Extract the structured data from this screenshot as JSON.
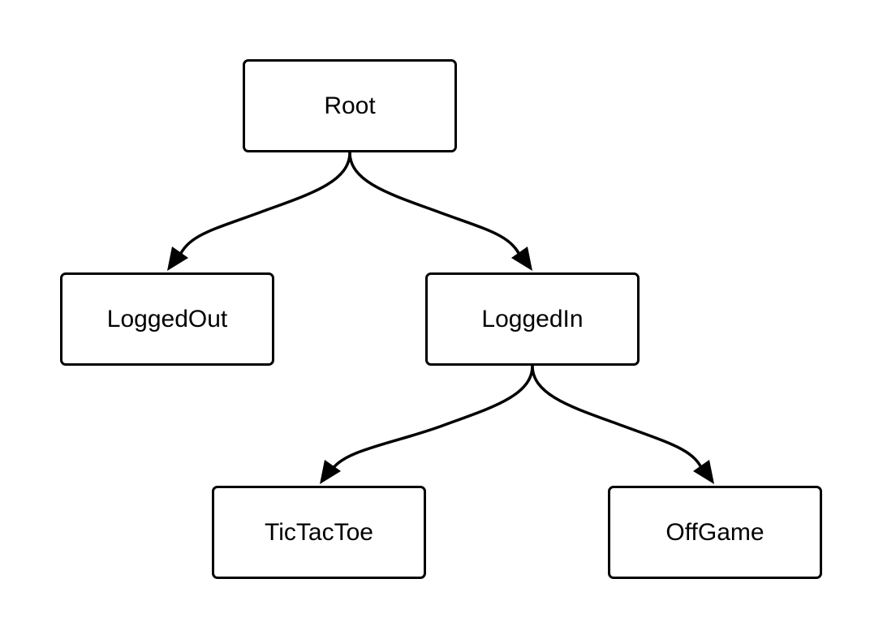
{
  "diagram": {
    "nodes": {
      "root": "Root",
      "logged_out": "LoggedOut",
      "logged_in": "LoggedIn",
      "tic_tac_toe": "TicTacToe",
      "off_game": "OffGame"
    },
    "edges": [
      {
        "from": "Root",
        "to": "LoggedOut"
      },
      {
        "from": "Root",
        "to": "LoggedIn"
      },
      {
        "from": "LoggedIn",
        "to": "TicTacToe"
      },
      {
        "from": "LoggedIn",
        "to": "OffGame"
      }
    ],
    "colors": {
      "stroke": "#000000",
      "fill": "#ffffff",
      "text": "#000000"
    }
  }
}
